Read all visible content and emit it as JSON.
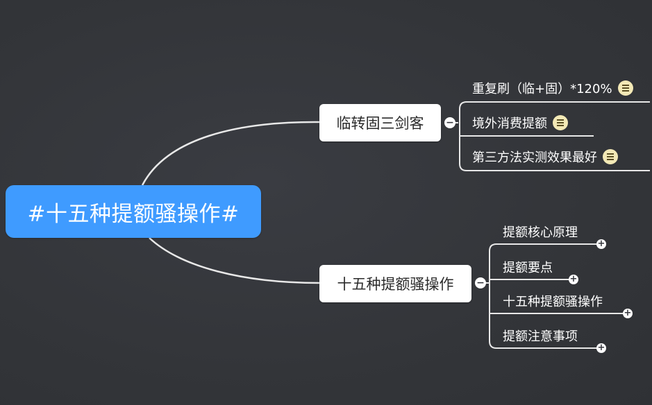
{
  "root": {
    "label": "#十五种提额骚操作#"
  },
  "branches": [
    {
      "label": "临转固三剑客",
      "collapse_symbol": "−",
      "children": [
        {
          "label": "重复刷（临+固）*120%",
          "has_note": true
        },
        {
          "label": "境外消费提额",
          "has_note": true
        },
        {
          "label": "第三方法实测效果最好",
          "has_note": true
        }
      ]
    },
    {
      "label": "十五种提额骚操作",
      "collapse_symbol": "−",
      "children": [
        {
          "label": "提额核心原理",
          "expand_symbol": "+"
        },
        {
          "label": "提额要点",
          "expand_symbol": "+"
        },
        {
          "label": "十五种提额骚操作",
          "expand_symbol": "+"
        },
        {
          "label": "提额注意事项",
          "expand_symbol": "+"
        }
      ]
    }
  ],
  "colors": {
    "background": "#34363c",
    "root_fill": "#3f9bff",
    "branch_fill": "#ffffff",
    "connector": "#e8e8e8",
    "note_icon": "#f3e9b6"
  },
  "icons": {
    "note": "note-lines-icon",
    "collapse": "minus-circle-icon",
    "expand": "plus-circle-icon"
  }
}
